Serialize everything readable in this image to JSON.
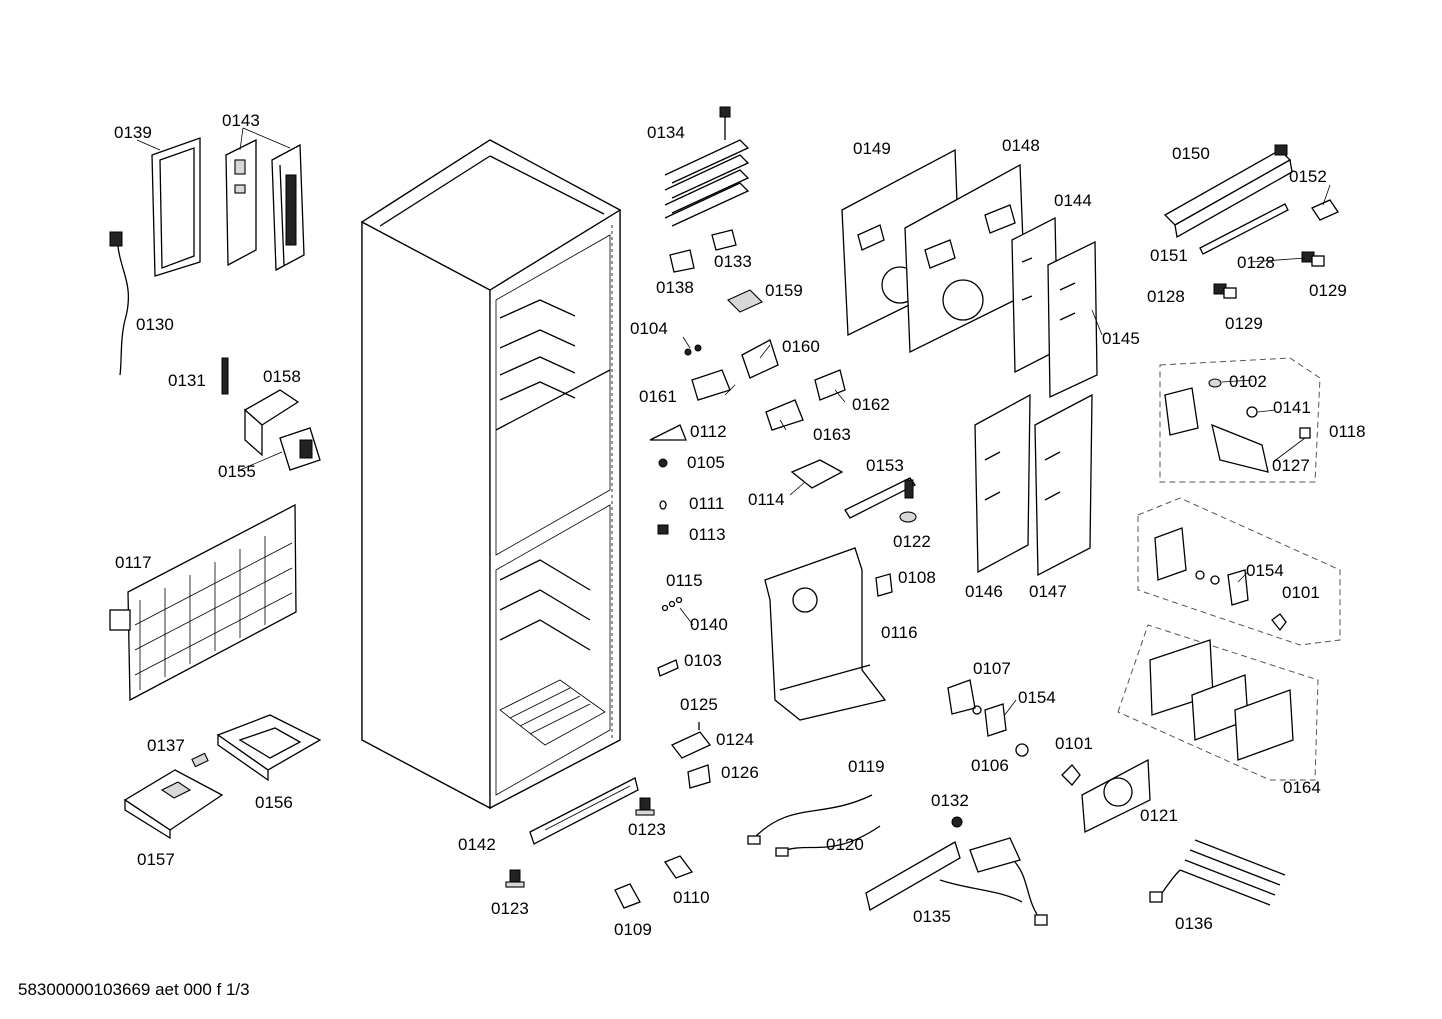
{
  "labels": {
    "p0139": "0139",
    "p0143": "0143",
    "p0130": "0130",
    "p0131": "0131",
    "p0158": "0158",
    "p0155": "0155",
    "p0117": "0117",
    "p0137": "0137",
    "p0156": "0156",
    "p0157": "0157",
    "p0134": "0134",
    "p0138": "0138",
    "p0133": "0133",
    "p0159": "0159",
    "p0104": "0104",
    "p0160": "0160",
    "p0161": "0161",
    "p0162": "0162",
    "p0163": "0163",
    "p0112": "0112",
    "p0105": "0105",
    "p0114": "0114",
    "p0153": "0153",
    "p0111": "0111",
    "p0113": "0113",
    "p0122": "0122",
    "p0115": "0115",
    "p0108": "0108",
    "p0140": "0140",
    "p0116": "0116",
    "p0103": "0103",
    "p0125": "0125",
    "p0124": "0124",
    "p0126": "0126",
    "p0119": "0119",
    "p0142": "0142",
    "p0123a": "0123",
    "p0123b": "0123",
    "p0120": "0120",
    "p0110": "0110",
    "p0109": "0109",
    "p0149": "0149",
    "p0148": "0148",
    "p0144": "0144",
    "p0145": "0145",
    "p0146": "0146",
    "p0147": "0147",
    "p0150": "0150",
    "p0152": "0152",
    "p0151": "0151",
    "p0128a": "0128",
    "p0129a": "0129",
    "p0128b": "0128",
    "p0129b": "0129",
    "p0102": "0102",
    "p0141": "0141",
    "p0118": "0118",
    "p0127": "0127",
    "p0154a": "0154",
    "p0101a": "0101",
    "p0164": "0164",
    "p0107": "0107",
    "p0154b": "0154",
    "p0106": "0106",
    "p0101b": "0101",
    "p0132": "0132",
    "p0121": "0121",
    "p0135": "0135",
    "p0136": "0136"
  },
  "footer": "58300000103669 aet 000 f 1/3"
}
